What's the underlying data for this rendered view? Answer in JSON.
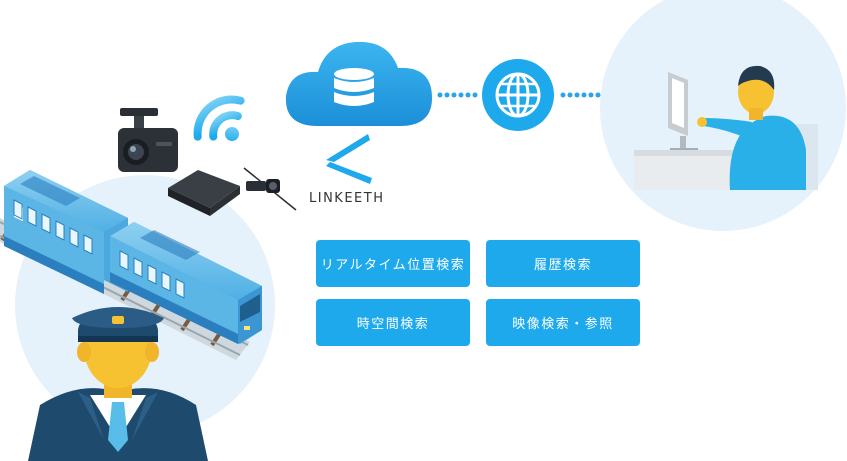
{
  "brand": {
    "name": "LINKEETH"
  },
  "features": [
    {
      "label": "リアルタイム位置検索"
    },
    {
      "label": "履歴検索"
    },
    {
      "label": "時空間検索"
    },
    {
      "label": "映像検索・参照"
    }
  ],
  "colors": {
    "accent": "#1da9ec",
    "circle_bg": "#e5f2fb",
    "train_body": "#5bb6e6",
    "cloud": "#2aa3e8"
  },
  "icons": [
    "cloud-database-icon",
    "globe-icon",
    "wifi-icon",
    "linkeeth-logo-icon"
  ]
}
